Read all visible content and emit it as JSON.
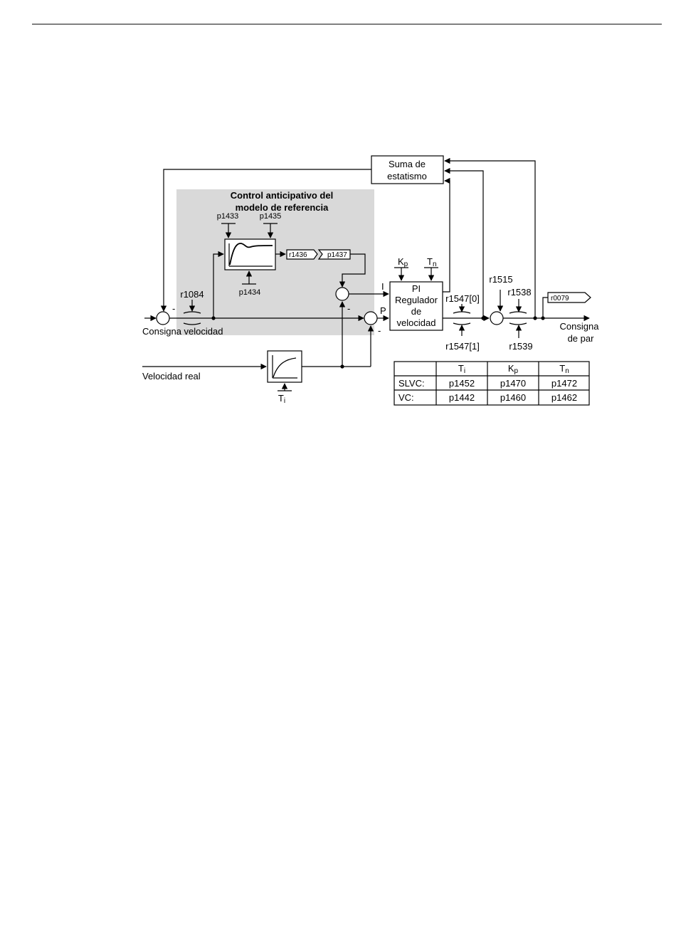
{
  "page": {
    "header_rule": true
  },
  "feedforward": {
    "title_line1": "Control anticipativo del",
    "title_line2": "modelo de referencia",
    "params": {
      "p1433": "p1433",
      "p1435": "p1435",
      "p1434": "p1434",
      "r1436": "r1436",
      "p1437": "p1437"
    }
  },
  "droop": {
    "line1": "Suma de",
    "line2": "estatismo"
  },
  "controller": {
    "line1": "PI",
    "line2": "Regulador",
    "line3": "de",
    "line4": "velocidad",
    "kp": "K",
    "kp_sub": "p",
    "tn": "T",
    "tn_sub": "n",
    "port_i": "I",
    "port_p": "P"
  },
  "signals": {
    "speed_setpoint": "Consigna velocidad",
    "actual_speed": "Velocidad real",
    "torque_line1": "Consigna",
    "torque_line2": "de par",
    "r1084": "r1084",
    "r1547_0": "r1547[0]",
    "r1547_1": "r1547[1]",
    "r1515": "r1515",
    "r1538": "r1538",
    "r1539": "r1539",
    "r0079": "r0079",
    "ti": "T",
    "ti_sub": "i",
    "minus": "-"
  },
  "table": {
    "headers": [
      {
        "main": "T",
        "sub": "i"
      },
      {
        "main": "K",
        "sub": "p"
      },
      {
        "main": "T",
        "sub": "n"
      }
    ],
    "rows": [
      {
        "label": "SLVC:",
        "values": [
          "p1452",
          "p1470",
          "p1472"
        ]
      },
      {
        "label": "VC:",
        "values": [
          "p1442",
          "p1460",
          "p1462"
        ]
      }
    ]
  },
  "colors": {
    "shaded_area": "#d9d9d9",
    "line": "#000000"
  }
}
